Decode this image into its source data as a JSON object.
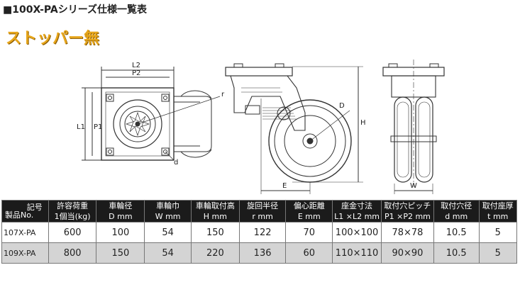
{
  "title": "■100X-PAシリーズ仕様一覧表",
  "subtitle": "ストッパー無",
  "drawing_labels": {
    "l2": "L2",
    "p2": "P2",
    "l1": "L1",
    "p1": "P1",
    "r": "r",
    "d_small": "d",
    "d_big": "D",
    "h": "H",
    "e": "E",
    "w": "W"
  },
  "table": {
    "corner_top": "記号",
    "corner_bottom": "製品No.",
    "headers": [
      {
        "l1": "許容荷重",
        "l2": "1個当(kg)"
      },
      {
        "l1": "車輪径",
        "l2": "D mm"
      },
      {
        "l1": "車輪巾",
        "l2": "W mm"
      },
      {
        "l1": "車輪取付高",
        "l2": "H mm"
      },
      {
        "l1": "旋回半径",
        "l2": "r mm"
      },
      {
        "l1": "偏心距離",
        "l2": "E mm"
      },
      {
        "l1": "座金寸法",
        "l2": "L1 ×L2 mm"
      },
      {
        "l1": "取付穴ピッチ",
        "l2": "P1 ×P2 mm"
      },
      {
        "l1": "取付穴径",
        "l2": "d mm"
      },
      {
        "l1": "取付座厚",
        "l2": "t mm"
      }
    ],
    "rows": [
      {
        "model": "107X-PA",
        "cells": [
          "600",
          "100",
          "54",
          "150",
          "122",
          "70",
          "100×100",
          "78×78",
          "10.5",
          "5"
        ]
      },
      {
        "model": "109X-PA",
        "cells": [
          "800",
          "150",
          "54",
          "220",
          "136",
          "60",
          "110×110",
          "90×90",
          "10.5",
          "5"
        ]
      }
    ]
  }
}
